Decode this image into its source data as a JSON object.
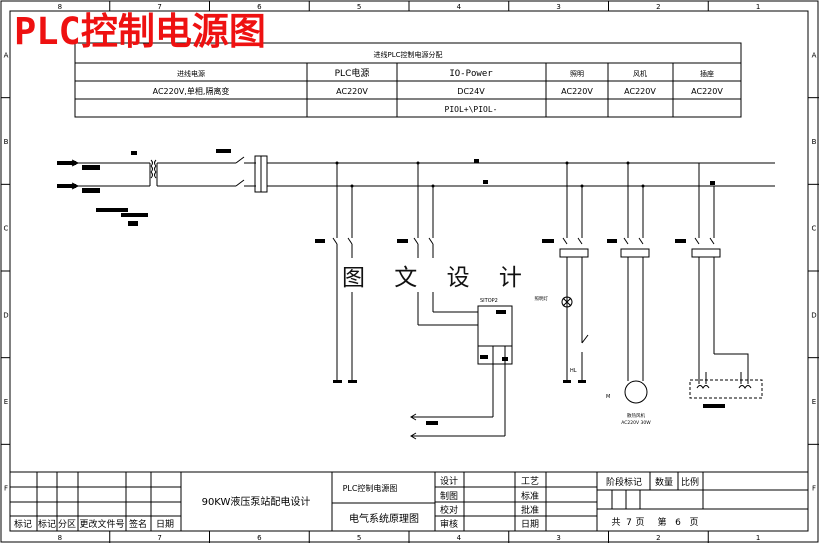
{
  "title": "PLC控制电源图",
  "watermark": "图 文 设 计",
  "ruler": {
    "columns": [
      "8",
      "7",
      "6",
      "5",
      "4",
      "3",
      "2",
      "1"
    ],
    "rows": [
      "A",
      "B",
      "C",
      "D",
      "E",
      "F"
    ]
  },
  "power_table": {
    "title": "进线PLC控制电源分配",
    "headers": [
      "进线电源",
      "PLC电源",
      "IO-Power",
      "照明",
      "风机",
      "插座"
    ],
    "row1": [
      "AC220V,单相,隔离变",
      "AC220V",
      "DC24V",
      "AC220V",
      "AC220V",
      "AC220V"
    ],
    "row2_io": "PIOL+\\PIOL-"
  },
  "labels": {
    "plc_module": "SITOP2",
    "lamp_tag": "HL",
    "fan_tag": "M",
    "fan_caption_1": "散热风机",
    "fan_caption_2": "AC220V 30W",
    "lamp_caption": "照明灯"
  },
  "title_block": {
    "project": "90KW液压泵站配电设计",
    "drawing_name": "PLC控制电源图",
    "system_name": "电气系统原理图",
    "revision_headers": [
      "标记",
      "标记",
      "分区",
      "更改文件号",
      "签名",
      "日期"
    ],
    "roles_left": [
      "设计",
      "制图",
      "校对",
      "审核"
    ],
    "roles_right": [
      "工艺",
      "标准",
      "批准",
      "日期"
    ],
    "stage_label": "阶段标记",
    "quantity_label": "数量",
    "scale_label": "比例",
    "total_label": "共",
    "total_pages": "7",
    "page_unit": "页",
    "sheet_label": "第",
    "sheet_no": "6",
    "sheet_unit": "页"
  }
}
